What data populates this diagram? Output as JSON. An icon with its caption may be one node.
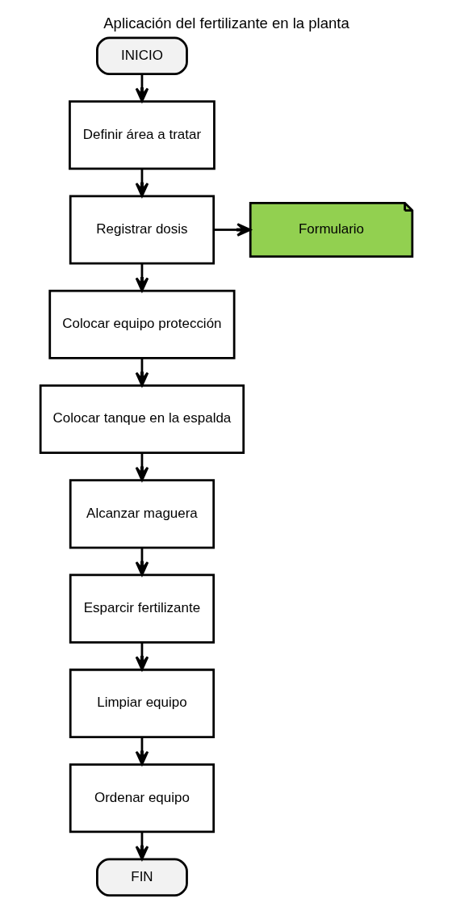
{
  "diagram": {
    "title": "Aplicación del fertilizante en la planta",
    "nodes": [
      {
        "text": [
          "INICIO"
        ]
      },
      {
        "text": [
          "Definir área a tratar"
        ]
      },
      {
        "text": [
          "Registrar dosis"
        ]
      },
      {
        "text": [
          "Formulario"
        ]
      },
      {
        "text": [
          "Colocar equipo protección"
        ]
      },
      {
        "text": [
          "Colocar tanque en la espalda"
        ]
      },
      {
        "text": [
          "Alcanzar maguera"
        ]
      },
      {
        "text": [
          "Esparcir fertilizante"
        ]
      },
      {
        "text": [
          "Limpiar equipo"
        ]
      },
      {
        "text": [
          "Ordenar equipo"
        ]
      },
      {
        "text": [
          "FIN"
        ]
      }
    ],
    "edges": [
      {
        "from": 0,
        "to": 1,
        "arrow": "to"
      },
      {
        "from": 1,
        "to": 2,
        "arrow": "to"
      },
      {
        "from": 2,
        "to": 3,
        "arrow": "to"
      },
      {
        "from": 2,
        "to": 4,
        "arrow": "to"
      },
      {
        "from": 4,
        "to": 5,
        "arrow": "to"
      },
      {
        "from": 5,
        "to": 6,
        "arrow": "to"
      },
      {
        "from": 6,
        "to": 7,
        "arrow": "to"
      },
      {
        "from": 7,
        "to": 8,
        "arrow": "to"
      },
      {
        "from": 8,
        "to": 9,
        "arrow": "to"
      },
      {
        "from": 9,
        "to": 10,
        "arrow": "to"
      }
    ]
  }
}
